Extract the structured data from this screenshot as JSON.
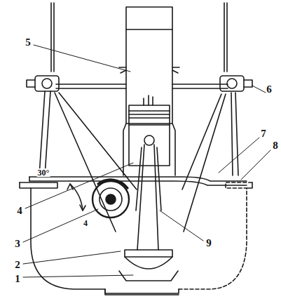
{
  "diagram": {
    "labels": [
      "5",
      "6",
      "7",
      "8",
      "4",
      "30°",
      "4",
      "3",
      "2",
      "1",
      "9"
    ]
  }
}
